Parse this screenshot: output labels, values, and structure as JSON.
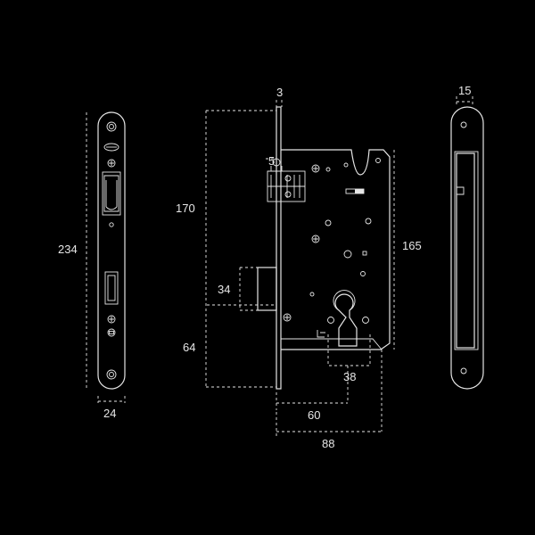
{
  "dimensions": {
    "faceplate_height": "234",
    "faceplate_width": "24",
    "faceplate_thickness": "3",
    "case_height": "170",
    "latch_offset": "5",
    "bolt_height": "34",
    "cylinder_to_bottom": "64",
    "forend_height": "165",
    "cylinder_width": "38",
    "backset": "60",
    "body_depth": "88",
    "strike_width": "15"
  },
  "colors": {
    "background": "#000000",
    "line": "#e6e6e6"
  }
}
